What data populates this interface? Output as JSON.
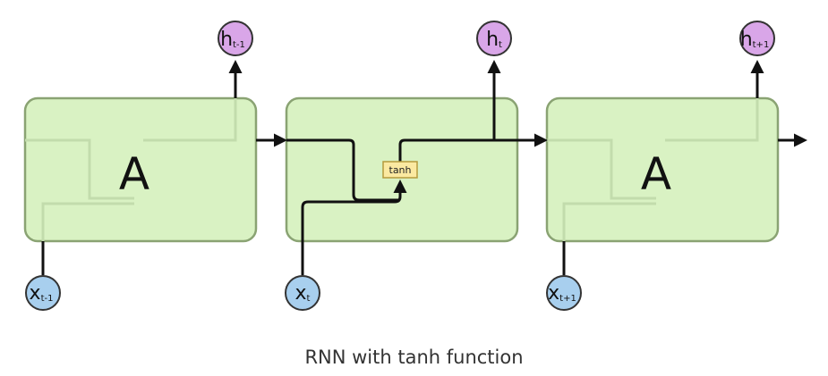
{
  "caption": "RNN with tanh function",
  "cells": [
    {
      "label": "A",
      "input": {
        "main": "x",
        "sub": "t-1"
      },
      "output": {
        "main": "h",
        "sub": "t-1"
      }
    },
    {
      "label": "",
      "operation": "tanh",
      "input": {
        "main": "x",
        "sub": "t"
      },
      "output": {
        "main": "h",
        "sub": "t"
      }
    },
    {
      "label": "A",
      "input": {
        "main": "x",
        "sub": "t+1"
      },
      "output": {
        "main": "h",
        "sub": "t+1"
      }
    }
  ],
  "colors": {
    "cell_fill": "#d9f2c3",
    "cell_stroke": "#8aa373",
    "input_node": "#a8cfee",
    "output_node": "#d9a6e8",
    "op_fill": "#fbe9a1",
    "op_stroke": "#b59a3c",
    "wire": "#111111"
  }
}
